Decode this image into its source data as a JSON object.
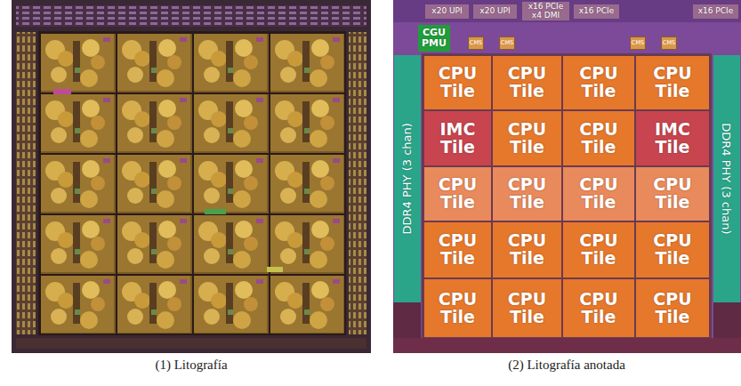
{
  "diagram": {
    "nodes": [
      {
        "text": [
          "x20 UPI"
        ]
      },
      {
        "text": [
          "x20 UPI"
        ]
      },
      {
        "text": [
          "x16 PCIe x4 DMI"
        ]
      },
      {
        "text": [
          "x16 PCIe"
        ]
      },
      {
        "text": [
          "x16 PCIe"
        ]
      },
      {
        "text": [
          "CGU PMU"
        ]
      },
      {
        "text": [
          "CMS"
        ]
      },
      {
        "text": [
          "CMS"
        ]
      },
      {
        "text": [
          "CMS"
        ]
      },
      {
        "text": [
          "CMS"
        ]
      },
      {
        "text": [
          "DDR4 PHY (3 chan)"
        ]
      },
      {
        "text": [
          "DDR4 PHY (3 chan)"
        ]
      },
      {
        "text": [
          "CPU Tile"
        ]
      },
      {
        "text": [
          "CPU Tile"
        ]
      },
      {
        "text": [
          "CPU Tile"
        ]
      },
      {
        "text": [
          "CPU Tile"
        ]
      },
      {
        "text": [
          "IMC Tile"
        ]
      },
      {
        "text": [
          "CPU Tile"
        ]
      },
      {
        "text": [
          "CPU Tile"
        ]
      },
      {
        "text": [
          "IMC Tile"
        ]
      },
      {
        "text": [
          "CPU Tile"
        ]
      },
      {
        "text": [
          "CPU Tile"
        ]
      },
      {
        "text": [
          "CPU Tile"
        ]
      },
      {
        "text": [
          "CPU Tile"
        ]
      },
      {
        "text": [
          "CPU Tile"
        ]
      },
      {
        "text": [
          "CPU Tile"
        ]
      },
      {
        "text": [
          "CPU Tile"
        ]
      },
      {
        "text": [
          "CPU Tile"
        ]
      },
      {
        "text": [
          "CPU Tile"
        ]
      },
      {
        "text": [
          "CPU Tile"
        ]
      },
      {
        "text": [
          "CPU Tile"
        ]
      },
      {
        "text": [
          "CPU Tile"
        ]
      }
    ],
    "labels": [
      "(1) Litografía",
      "(2) Litografía anotada"
    ]
  }
}
